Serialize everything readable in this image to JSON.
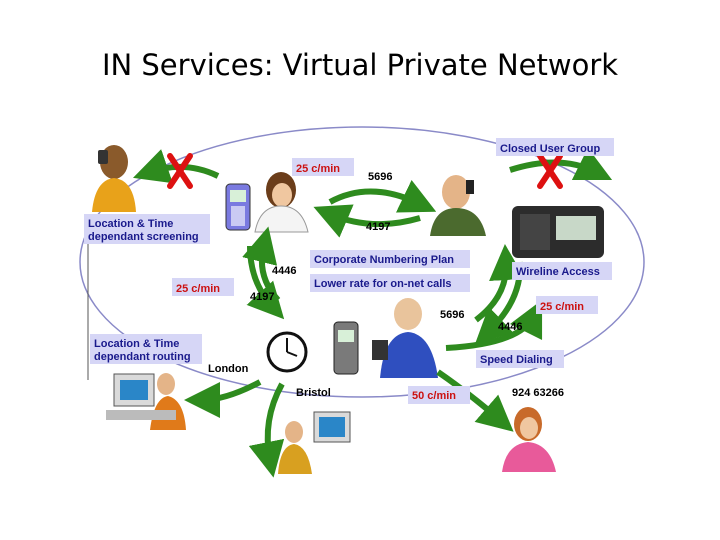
{
  "title": "IN Services: Virtual Private Network",
  "boxes": {
    "rate_top": "25 c/min",
    "closed_user_group": "Closed User Group",
    "location_screening_1": "Location & Time",
    "location_screening_2": "dependant screening",
    "corporate_plan": "Corporate Numbering Plan",
    "lower_rate": "Lower rate for on-net calls",
    "rate_left": "25 c/min",
    "wireline_access": "Wireline Access",
    "rate_right": "25 c/min",
    "location_routing_1": "Location & Time",
    "location_routing_2": "dependant routing",
    "speed_dialing": "Speed Dialing",
    "rate_bottom": "50 c/min"
  },
  "numbers": {
    "n5696_top": "5696",
    "n4197_top": "4197",
    "n4446_left": "4446",
    "n4197_left": "4197",
    "n5696_right": "5696",
    "n4446_right": "4446",
    "speed_number": "924 63266"
  },
  "places": {
    "london": "London",
    "bristol": "Bristol"
  },
  "colors": {
    "box_fill": "#d6d6f6",
    "box_text": "#1a1a8c",
    "rate_text": "#cc1111",
    "arrow": "#2e8b1e",
    "cross": "#dd1111"
  }
}
